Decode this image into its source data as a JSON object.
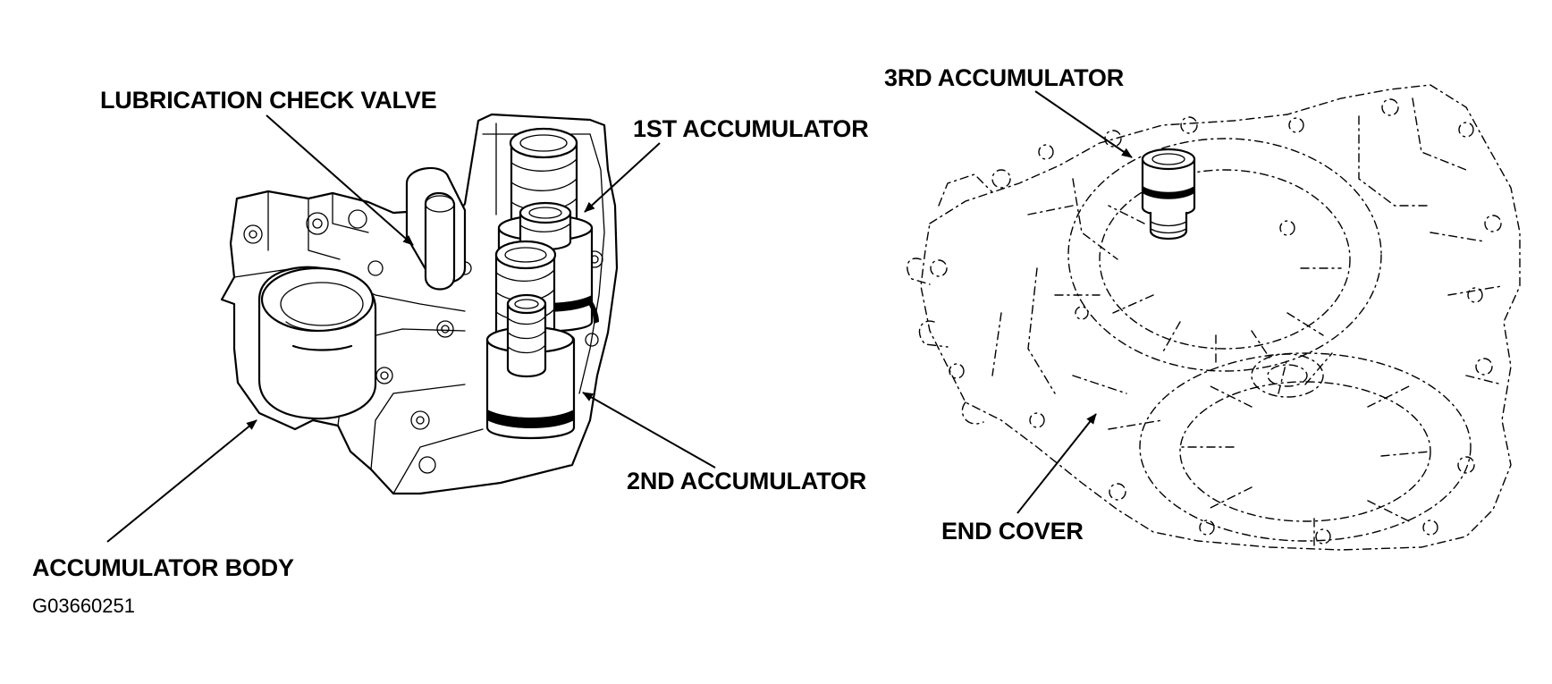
{
  "labels": {
    "lubrication_check_valve": "LUBRICATION CHECK VALVE",
    "first_accumulator": "1ST ACCUMULATOR",
    "second_accumulator": "2ND ACCUMULATOR",
    "accumulator_body": "ACCUMULATOR BODY",
    "third_accumulator": "3RD ACCUMULATOR",
    "end_cover": "END COVER"
  },
  "figure_code": "G03660251"
}
